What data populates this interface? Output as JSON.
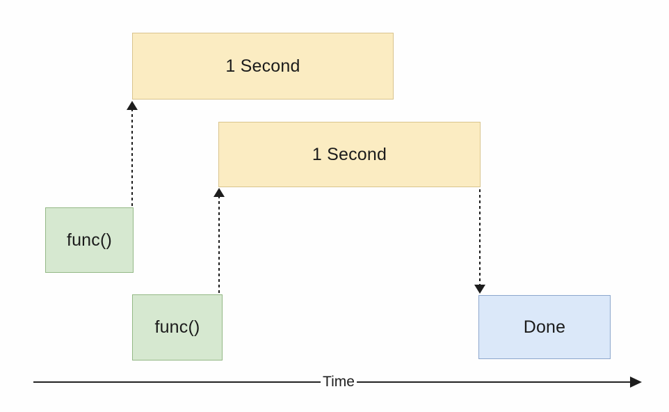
{
  "diagram": {
    "nodes": {
      "bar1": {
        "label": "1 Second"
      },
      "bar2": {
        "label": "1 Second"
      },
      "func1": {
        "label": "func()"
      },
      "func2": {
        "label": "func()"
      },
      "done": {
        "label": "Done"
      }
    },
    "axis": {
      "label": "Time"
    },
    "colors": {
      "bar_fill": "#fbecc2",
      "bar_border": "#d9c48d",
      "func_fill": "#d6e8d0",
      "func_border": "#93b885",
      "done_fill": "#dbe8f9",
      "done_border": "#8ca6cc",
      "arrow": "#1d1d1d",
      "background": "#fefefe"
    }
  }
}
